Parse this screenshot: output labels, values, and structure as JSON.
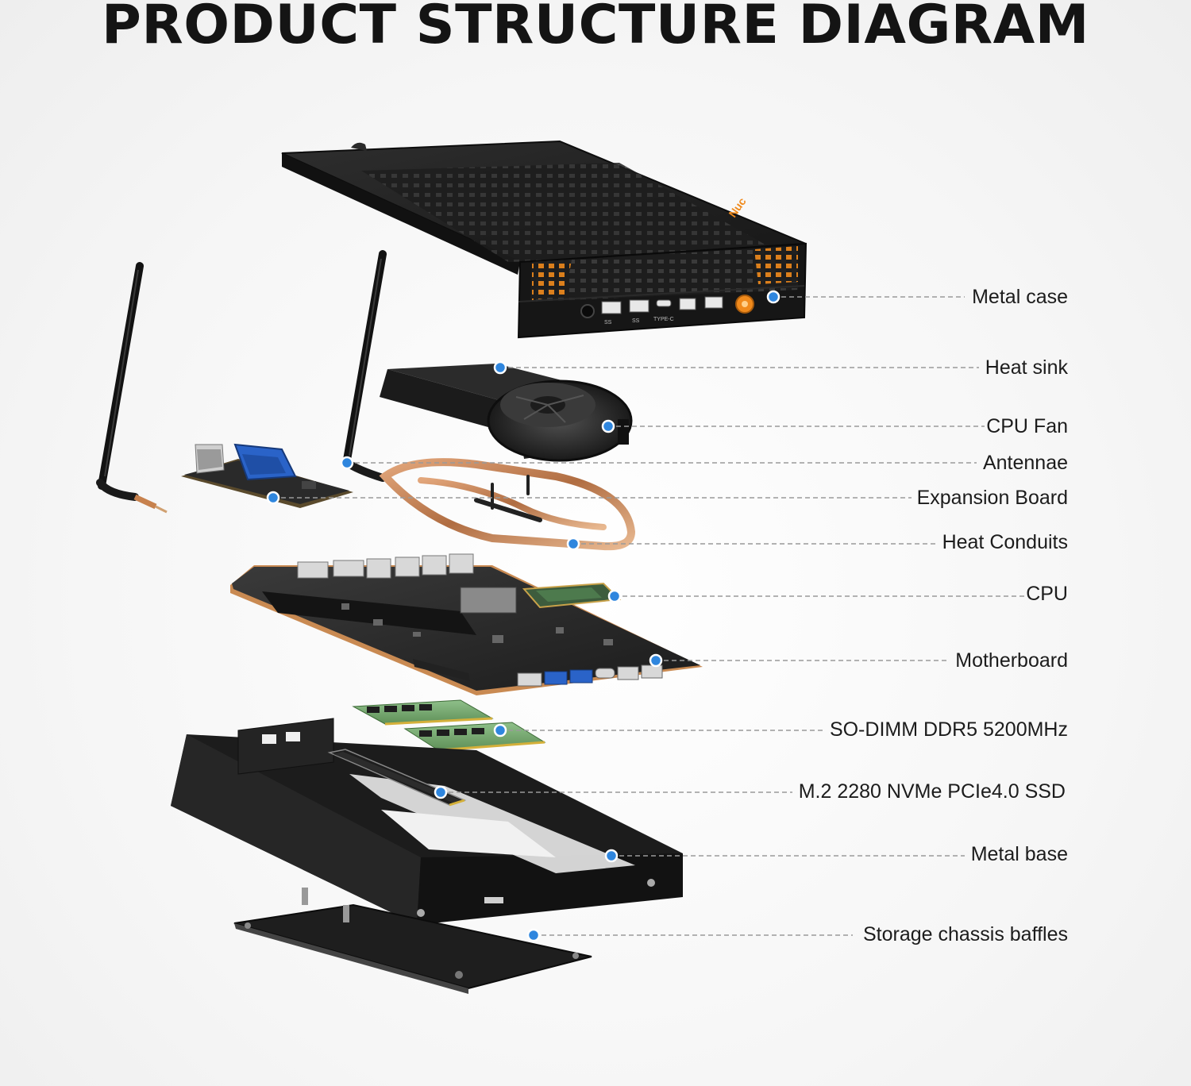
{
  "title": "PRODUCT STRUCTURE DIAGRAM",
  "colors": {
    "callout_dot": "#2f86de",
    "accent_orange": "#f08a1c",
    "metal_dark": "#1e1e1e",
    "copper": "#c9875a",
    "pcb_green": "#6fa06a",
    "usb_blue": "#2a63c8"
  },
  "port_labels": [
    "SS",
    "SS",
    "TYPE-C",
    "",
    ""
  ],
  "brand_mark": "Nuc",
  "callouts": [
    {
      "id": "metal-case",
      "label": "Metal case"
    },
    {
      "id": "heat-sink",
      "label": "Heat sink"
    },
    {
      "id": "cpu-fan",
      "label": "CPU Fan"
    },
    {
      "id": "antennae",
      "label": "Antennae"
    },
    {
      "id": "expansion-board",
      "label": "Expansion Board"
    },
    {
      "id": "heat-conduits",
      "label": "Heat Conduits"
    },
    {
      "id": "cpu",
      "label": "CPU"
    },
    {
      "id": "motherboard",
      "label": "Motherboard"
    },
    {
      "id": "so-dimm",
      "label": "SO-DIMM DDR5 5200MHz"
    },
    {
      "id": "m2-ssd",
      "label": "M.2 2280 NVMe PCIe4.0 SSD"
    },
    {
      "id": "metal-base",
      "label": "Metal base"
    },
    {
      "id": "storage-baffles",
      "label": "Storage chassis baffles"
    }
  ]
}
